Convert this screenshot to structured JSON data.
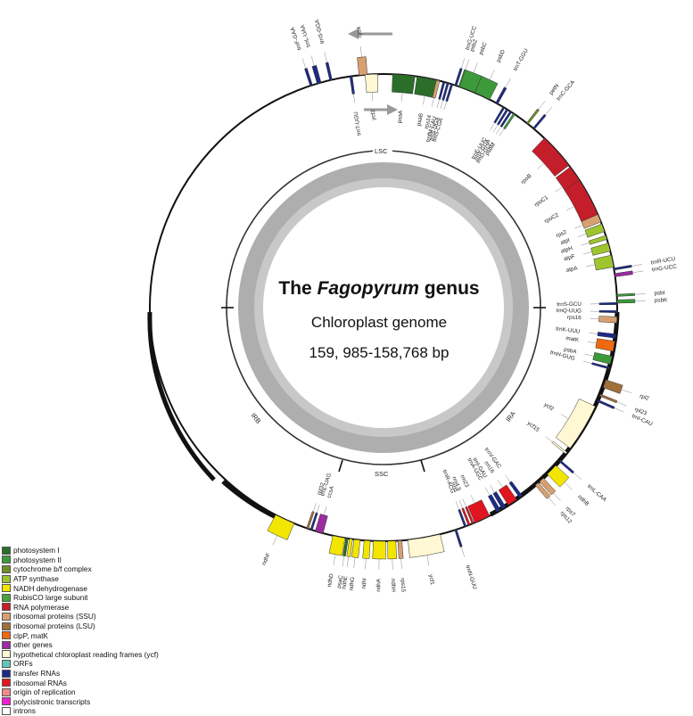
{
  "title": {
    "prefix": "The",
    "genus": "Fagopyrum",
    "suffix": "genus"
  },
  "subtitle": "Chloroplast genome",
  "size_text": "159, 985-158,768 bp",
  "regions": {
    "lsc": "LSC",
    "ssc": "SSC",
    "ira": "IRA",
    "irb": "IRB"
  },
  "colors": {
    "photosystem_I": "#2b6e2a",
    "photosystem_II": "#3c9a3a",
    "cytochrome": "#6e8f25",
    "atp": "#9ec42f",
    "ndh": "#f2e600",
    "rubisco": "#4aa240",
    "rna_pol": "#c41e2a",
    "ssu": "#d8a070",
    "lsu": "#a0703c",
    "clpP_matK": "#f06a10",
    "other": "#9c2aa0",
    "ycf": "#fff8d2",
    "orf": "#5fc8b8",
    "trna": "#1c2a88",
    "rrna": "#e0151f",
    "origin": "#f08a8a",
    "polycistronic": "#f020d0",
    "intron": "#ffffff"
  },
  "legend": [
    {
      "label": "photosystem I",
      "color": "#2b6e2a"
    },
    {
      "label": "photosystem II",
      "color": "#3c9a3a"
    },
    {
      "label": "cytochrome b/f complex",
      "color": "#6e8f25"
    },
    {
      "label": "ATP synthase",
      "color": "#9ec42f"
    },
    {
      "label": "NADH dehydrogenase",
      "color": "#f2e600"
    },
    {
      "label": "RubisCO large subunit",
      "color": "#4aa240"
    },
    {
      "label": "RNA polymerase",
      "color": "#c41e2a"
    },
    {
      "label": "ribosomal proteins (SSU)",
      "color": "#d8a070"
    },
    {
      "label": "ribosomal proteins (LSU)",
      "color": "#a0703c"
    },
    {
      "label": "clpP, matK",
      "color": "#f06a10"
    },
    {
      "label": "other genes",
      "color": "#9c2aa0"
    },
    {
      "label": "hypothetical chloroplast reading frames (ycf)",
      "color": "#fff8d2"
    },
    {
      "label": "ORFs",
      "color": "#5fc8b8"
    },
    {
      "label": "transfer RNAs",
      "color": "#1c2a88"
    },
    {
      "label": "ribosomal RNAs",
      "color": "#e0151f"
    },
    {
      "label": "origin of replication",
      "color": "#f08a8a"
    },
    {
      "label": "polycistronic transcripts",
      "color": "#f020d0"
    },
    {
      "label": "introns",
      "color": "#ffffff"
    }
  ],
  "genes": [
    {
      "name": "trnS-GGA",
      "angle": -13,
      "span": 0.6,
      "cat": "trna",
      "side": "out"
    },
    {
      "name": "trnL-UAA",
      "angle": -16,
      "span": 1.0,
      "cat": "trna",
      "side": "out"
    },
    {
      "name": "trnF-GAA",
      "angle": -18,
      "span": 0.6,
      "cat": "trna",
      "side": "out"
    },
    {
      "name": "trnT-UGU",
      "angle": -8,
      "span": 0.6,
      "cat": "trna",
      "side": "in"
    },
    {
      "name": "rps4",
      "angle": -5,
      "span": 2,
      "cat": "ssu",
      "side": "out"
    },
    {
      "name": "ycf3",
      "angle": -3,
      "span": 3,
      "cat": "ycf",
      "side": "in"
    },
    {
      "name": "psaA",
      "angle": 5,
      "span": 5.5,
      "cat": "photosystem_I",
      "side": "in"
    },
    {
      "name": "psaB",
      "angle": 11,
      "span": 5.5,
      "cat": "photosystem_I",
      "side": "in"
    },
    {
      "name": "rps14",
      "angle": 13.5,
      "span": 0.8,
      "cat": "ssu",
      "side": "in"
    },
    {
      "name": "trnfM-CAU",
      "angle": 15,
      "span": 0.5,
      "cat": "trna",
      "side": "in"
    },
    {
      "name": "trnS-UGA",
      "angle": 16,
      "span": 0.5,
      "cat": "trna",
      "side": "in"
    },
    {
      "name": "trnS-CGA",
      "angle": 17,
      "span": 0.5,
      "cat": "trna",
      "side": "in"
    },
    {
      "name": "trnG-UCC",
      "angle": 18,
      "span": 0.5,
      "cat": "trna",
      "side": "out"
    },
    {
      "name": "psbZ",
      "angle": 19,
      "span": 0.5,
      "cat": "photosystem_II",
      "side": "out"
    },
    {
      "name": "psbC",
      "angle": 21,
      "span": 4,
      "cat": "photosystem_II",
      "side": "out"
    },
    {
      "name": "psbD",
      "angle": 25,
      "span": 4,
      "cat": "photosystem_II",
      "side": "out"
    },
    {
      "name": "trnT-GGU",
      "angle": 29,
      "span": 0.6,
      "cat": "trna",
      "side": "out"
    },
    {
      "name": "trnE-UUC",
      "angle": 31,
      "span": 0.5,
      "cat": "trna",
      "side": "in"
    },
    {
      "name": "trnY-GUA",
      "angle": 32,
      "span": 0.5,
      "cat": "trna",
      "side": "in"
    },
    {
      "name": "trnD-GUC",
      "angle": 33,
      "span": 0.5,
      "cat": "trna",
      "side": "in"
    },
    {
      "name": "psbM",
      "angle": 34,
      "span": 0.5,
      "cat": "photosystem_II",
      "side": "in"
    },
    {
      "name": "petN",
      "angle": 38,
      "span": 0.5,
      "cat": "cytochrome",
      "side": "out"
    },
    {
      "name": "trnC-GCA",
      "angle": 40,
      "span": 0.5,
      "cat": "trna",
      "side": "out"
    },
    {
      "name": "rpoB",
      "angle": 48,
      "span": 9,
      "cat": "rna_pol",
      "side": "in"
    },
    {
      "name": "rpoC1",
      "angle": 56,
      "span": 6,
      "cat": "rna_pol",
      "side": "in"
    },
    {
      "name": "rpoC2",
      "angle": 62,
      "span": 10,
      "cat": "rna_pol",
      "side": "in"
    },
    {
      "name": "rps2",
      "angle": 67.5,
      "span": 2,
      "cat": "ssu",
      "side": "in"
    },
    {
      "name": "atpI",
      "angle": 70,
      "span": 2,
      "cat": "atp",
      "side": "in"
    },
    {
      "name": "atpH",
      "angle": 72.5,
      "span": 1,
      "cat": "atp",
      "side": "in"
    },
    {
      "name": "atpF",
      "angle": 75,
      "span": 2,
      "cat": "atp",
      "side": "in"
    },
    {
      "name": "atpA",
      "angle": 78.5,
      "span": 3,
      "cat": "atp",
      "side": "in"
    },
    {
      "name": "trnR-UCU",
      "angle": 80.5,
      "span": 0.5,
      "cat": "trna",
      "side": "out"
    },
    {
      "name": "trnG-UCC",
      "angle": 82,
      "span": 0.8,
      "cat": "other",
      "side": "out"
    },
    {
      "name": "psbI",
      "angle": 87,
      "span": 0.5,
      "cat": "photosystem_II",
      "side": "out"
    },
    {
      "name": "psbK",
      "angle": 88.5,
      "span": 0.8,
      "cat": "photosystem_II",
      "side": "out"
    },
    {
      "name": "trnS-GCU",
      "angle": 89,
      "span": 0.5,
      "cat": "trna",
      "side": "in"
    },
    {
      "name": "trnQ-UUG",
      "angle": 91,
      "span": 0.5,
      "cat": "trna",
      "side": "in"
    },
    {
      "name": "rps16",
      "angle": 93,
      "span": 1.5,
      "cat": "ssu",
      "side": "in"
    },
    {
      "name": "trnK-UUU",
      "angle": 97,
      "span": 1,
      "cat": "trna",
      "side": "in"
    },
    {
      "name": "matK",
      "angle": 99.5,
      "span": 2.5,
      "cat": "clpP_matK",
      "side": "in"
    },
    {
      "name": "psbA",
      "angle": 103,
      "span": 2,
      "cat": "photosystem_II",
      "side": "in"
    },
    {
      "name": "trnH-GUG",
      "angle": 105,
      "span": 0.5,
      "cat": "trna",
      "side": "in"
    },
    {
      "name": "rpl2",
      "angle": 109,
      "span": 2,
      "cat": "lsu",
      "side": "out"
    },
    {
      "name": "rpl23",
      "angle": 112,
      "span": 0.5,
      "cat": "lsu",
      "side": "out"
    },
    {
      "name": "trnI-CAU",
      "angle": 113.5,
      "span": 0.5,
      "cat": "trna",
      "side": "out"
    },
    {
      "name": "ycf2",
      "angle": 121,
      "span": 12,
      "cat": "ycf",
      "side": "in"
    },
    {
      "name": "ycf15",
      "angle": 128.5,
      "span": 0.5,
      "cat": "ycf",
      "side": "in"
    },
    {
      "name": "trnL-CAA",
      "angle": 131,
      "span": 0.5,
      "cat": "trna",
      "side": "out"
    },
    {
      "name": "ndhB",
      "angle": 134,
      "span": 3,
      "cat": "ndh",
      "side": "out"
    },
    {
      "name": "rps7",
      "angle": 137.5,
      "span": 1.3,
      "cat": "ssu",
      "side": "out"
    },
    {
      "name": "rps12",
      "angle": 139,
      "span": 1,
      "cat": "ssu",
      "side": "out"
    },
    {
      "name": "trnV-GAC",
      "angle": 144,
      "span": 0.8,
      "cat": "trna",
      "side": "in"
    },
    {
      "name": "rrn16",
      "angle": 146.5,
      "span": 2.5,
      "cat": "rrna",
      "side": "in"
    },
    {
      "name": "trnI-GAU",
      "angle": 149,
      "span": 1,
      "cat": "trna",
      "side": "in"
    },
    {
      "name": "trnA-UGC",
      "angle": 150.5,
      "span": 1,
      "cat": "trna",
      "side": "in"
    },
    {
      "name": "rrn23",
      "angle": 155,
      "span": 4,
      "cat": "rrna",
      "side": "in"
    },
    {
      "name": "rrn4.5",
      "angle": 157.5,
      "span": 0.5,
      "cat": "rrna",
      "side": "in"
    },
    {
      "name": "rrn5",
      "angle": 158.5,
      "span": 0.5,
      "cat": "rrna",
      "side": "in"
    },
    {
      "name": "trnR-ACG",
      "angle": 159.5,
      "span": 0.5,
      "cat": "trna",
      "side": "in"
    },
    {
      "name": "trnN-GUU",
      "angle": 162,
      "span": 0.5,
      "cat": "trna",
      "side": "out"
    },
    {
      "name": "ycf1",
      "angle": 170,
      "span": 8,
      "cat": "ycf",
      "side": "out"
    },
    {
      "name": "rps15",
      "angle": 176,
      "span": 1,
      "cat": "ssu",
      "side": "out"
    },
    {
      "name": "ndhH",
      "angle": 178,
      "span": 2,
      "cat": "ndh",
      "side": "out"
    },
    {
      "name": "ndhA",
      "angle": 181,
      "span": 3,
      "cat": "ndh",
      "side": "out"
    },
    {
      "name": "ndhI",
      "angle": 184,
      "span": 1.5,
      "cat": "ndh",
      "side": "out"
    },
    {
      "name": "ndhG",
      "angle": 186.5,
      "span": 1.5,
      "cat": "ndh",
      "side": "out"
    },
    {
      "name": "ndhE",
      "angle": 188,
      "span": 0.8,
      "cat": "ndh",
      "side": "out"
    },
    {
      "name": "psaC",
      "angle": 189,
      "span": 0.6,
      "cat": "photosystem_I",
      "side": "out"
    },
    {
      "name": "ndhD",
      "angle": 191,
      "span": 3,
      "cat": "ndh",
      "side": "out"
    },
    {
      "name": "ccsA",
      "angle": 196,
      "span": 2,
      "cat": "other",
      "side": "in"
    },
    {
      "name": "trnL-UAG",
      "angle": 198,
      "span": 0.5,
      "cat": "trna",
      "side": "in"
    },
    {
      "name": "rpl32",
      "angle": 199,
      "span": 0.5,
      "cat": "lsu",
      "side": "in"
    },
    {
      "name": "ndhF",
      "angle": 205,
      "span": 5,
      "cat": "ndh",
      "side": "out"
    }
  ]
}
